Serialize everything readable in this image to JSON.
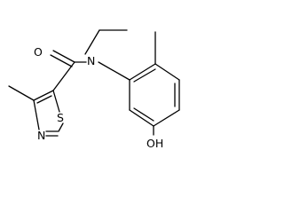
{
  "molecule": {
    "atoms": {
      "oxygen_carbonyl": "O",
      "nitrogen_amide": "N",
      "nitrogen_ring": "N",
      "sulfur_ring": "S",
      "hydroxyl": "OH"
    }
  }
}
